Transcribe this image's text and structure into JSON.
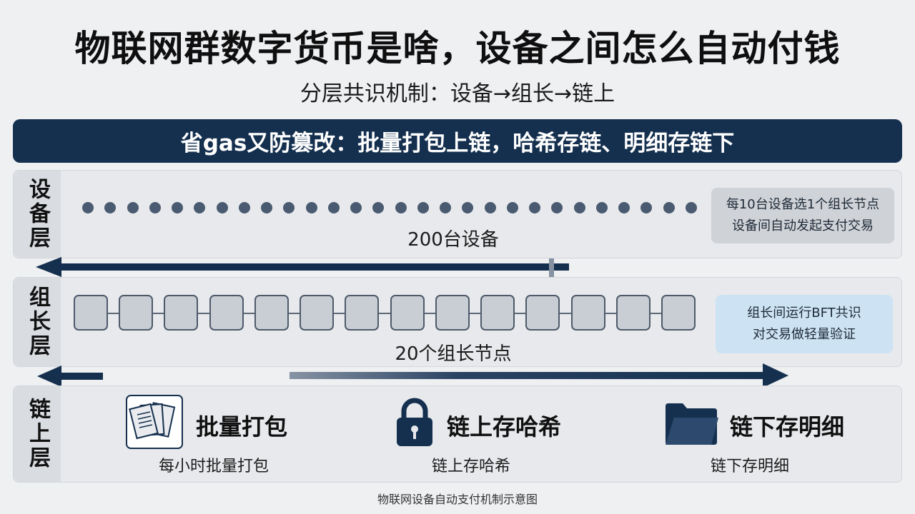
{
  "title": "物联网群数字货币是啥，设备之间怎么自动付钱",
  "subtitle": "分层共识机制：设备→组长→链上",
  "banner": "省gas又防篡改：批量打包上链，哈希存链、明细存链下",
  "layers": {
    "device": {
      "label": "设备层",
      "count_label": "200台设备",
      "dot_count": 28,
      "note": [
        "每10台设备选1个组长节点",
        "设备间自动发起支付交易"
      ]
    },
    "leader": {
      "label": "组长层",
      "count_label": "20个组长节点",
      "node_count": 14,
      "note": [
        "组长间运行BFT共识",
        "对交易做轻量验证"
      ]
    },
    "chain": {
      "label": "链上层",
      "items": [
        {
          "title": "批量打包",
          "sub": "每小时批量打包",
          "icon": "documents-icon"
        },
        {
          "title": "链上存哈希",
          "sub": "链上存哈希",
          "icon": "lock-icon"
        },
        {
          "title": "链下存明细",
          "sub": "链下存明细",
          "icon": "folder-icon"
        }
      ]
    }
  },
  "colors": {
    "navy": "#15304f",
    "dot": "#4a5a70",
    "leader_note_bg": "#cde3f4",
    "device_note_bg": "#cfd2d6"
  },
  "caption": "物联网设备自动支付机制示意图"
}
